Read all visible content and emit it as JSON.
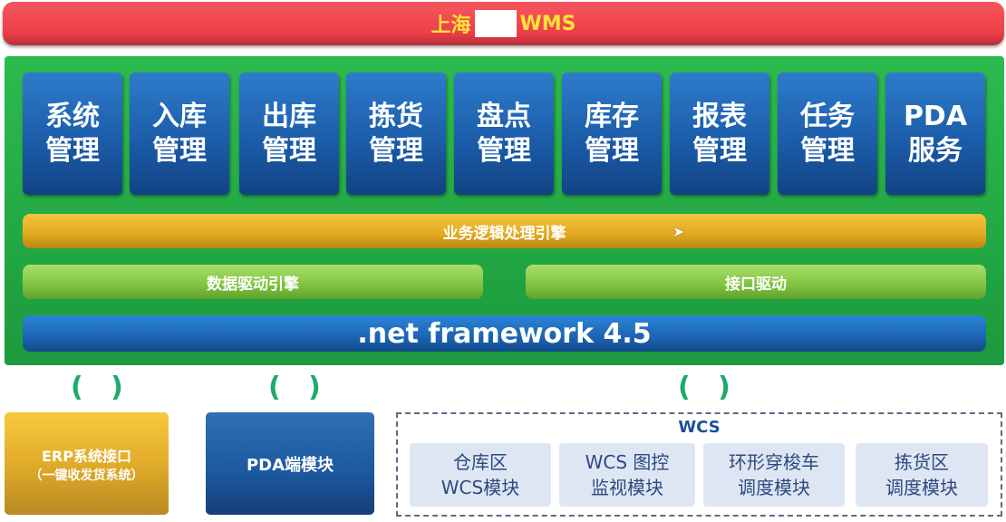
{
  "header": {
    "title_prefix": "上海",
    "title_suffix": "WMS"
  },
  "modules": [
    "系统\n管理",
    "入库\n管理",
    "出库\n管理",
    "拣货\n管理",
    "盘点\n管理",
    "库存\n管理",
    "报表\n管理",
    "任务\n管理",
    "PDA\n服务"
  ],
  "layers": {
    "business_engine": "业务逻辑处理引擎",
    "data_engine": "数据驱动引擎",
    "interface_driver": "接口驱动",
    "framework": ".net framework 4.5"
  },
  "external": {
    "erp_title": "ERP系统接口",
    "erp_sub": "（一键收发货系统）",
    "pda": "PDA端模块",
    "wcs_title": "WCS",
    "wcs_modules": [
      "仓库区\nWCS模块",
      "WCS 图控\n监视模块",
      "环形穿梭车\n调度模块",
      "拣货区\n调度模块"
    ]
  },
  "colors": {
    "header": "#ee3f47",
    "panel": "#22b14c",
    "module": "#1a5aa6",
    "engine": "#e2a91f",
    "framework": "#1c64b4"
  }
}
